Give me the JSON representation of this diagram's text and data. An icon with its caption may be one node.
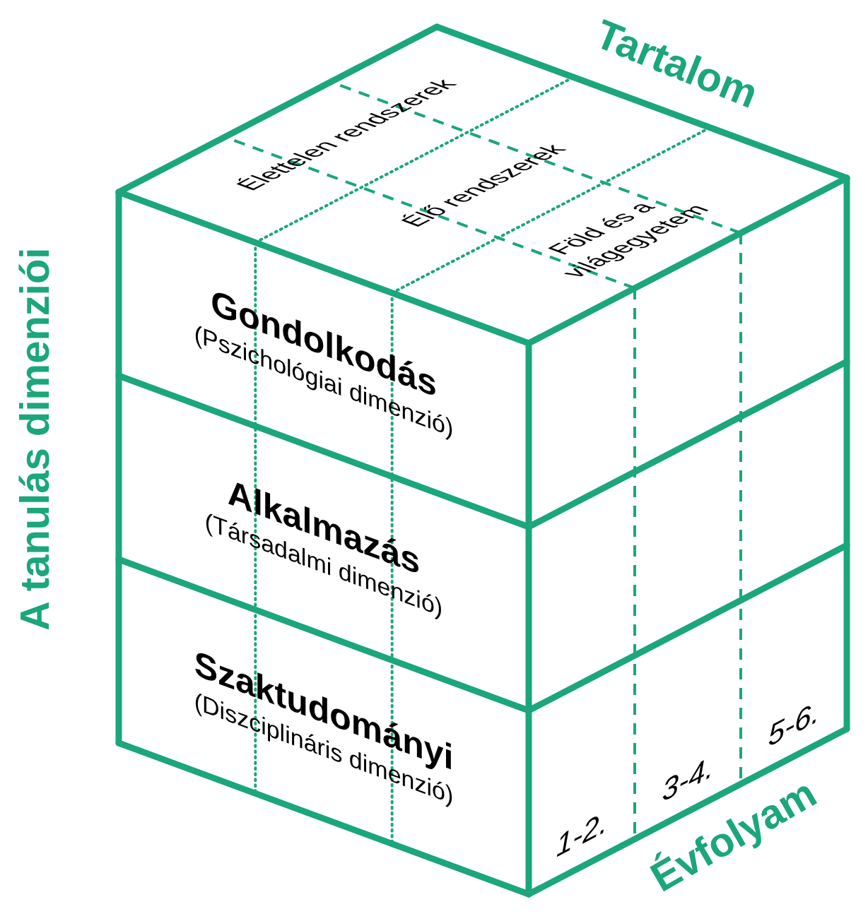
{
  "diagram": {
    "nodes": [
      {
        "text": [
          "Gondolkodás",
          "(Pszichológiai dimenzió)"
        ]
      },
      {
        "text": [
          "Alkalmazás",
          "(Társadalmi dimenzió)"
        ]
      },
      {
        "text": [
          "Szaktudományi",
          "(Diszciplináris dimenzió)"
        ]
      },
      {
        "text": [
          "Élettelen rendszerek"
        ]
      },
      {
        "text": [
          "Élő rendszerek"
        ]
      },
      {
        "text": [
          "Föld és a világegyetem"
        ]
      },
      {
        "text": [
          "1-2."
        ]
      },
      {
        "text": [
          "3-4."
        ]
      },
      {
        "text": [
          "5-6."
        ]
      }
    ],
    "labels": [
      "Tartalom",
      "A tanulás dimenziói",
      "Évfolyam"
    ]
  }
}
